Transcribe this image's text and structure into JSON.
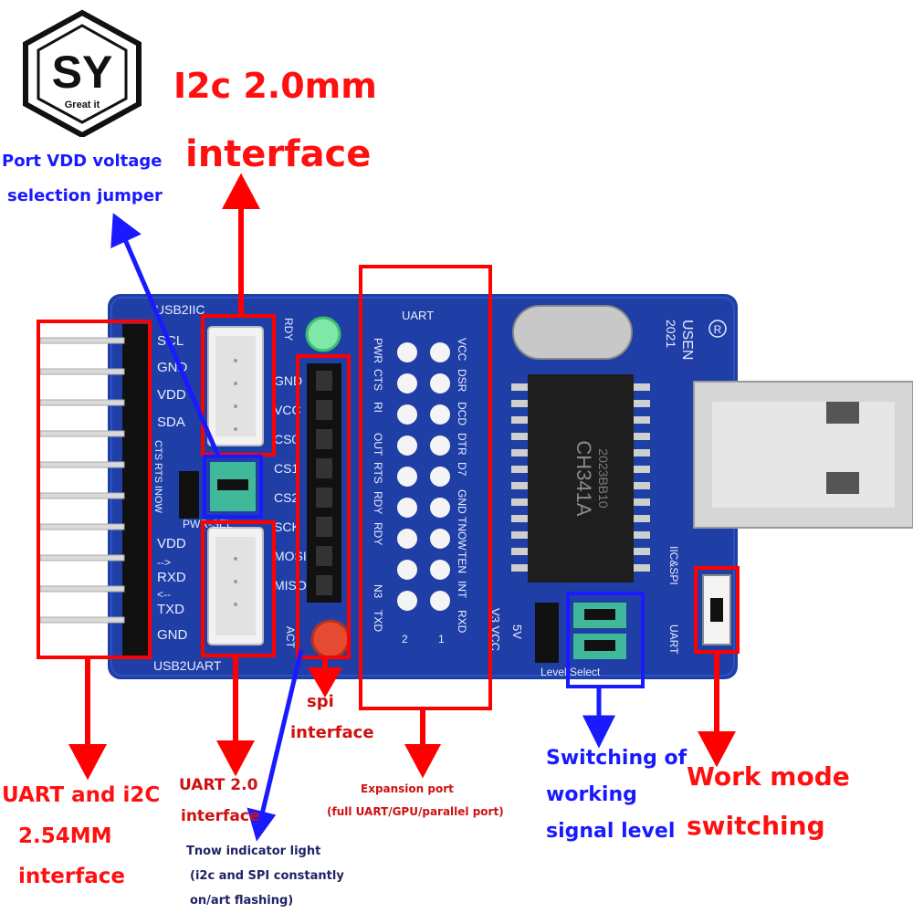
{
  "logo": {
    "letters": "SY",
    "tagline": "Great it"
  },
  "board": {
    "chip_label": "CH341A",
    "chip_code": "2023BB10",
    "brand": "USEN",
    "year": "2021",
    "reg_mark": "R",
    "header_top": "USB2IIC",
    "header_bottom": "USB2UART",
    "left_pins": [
      "SCL",
      "GND",
      "VDD",
      "SDA",
      "VDD",
      "RXD",
      "TXD",
      "GND"
    ],
    "left_arrows": [
      "-->",
      "<--"
    ],
    "pwr_sel": "PWR-SEL",
    "cts_text": "CTS RTS INOW",
    "rdy": "RDY",
    "act": "ACT",
    "spi_pins": [
      "GND",
      "VCC",
      "CS0",
      "CS1",
      "CS2",
      "SCK",
      "MOSI",
      "MISO"
    ],
    "uart_box_title": "UART",
    "exp_left": [
      "PWR",
      "CTS",
      "RI",
      "OUT",
      "RTS",
      "RDY",
      "RDY",
      "N3",
      "TXD"
    ],
    "exp_right": [
      "VCC",
      "DSR",
      "DCD",
      "DTR",
      "D7",
      "GND",
      "TNOW",
      "TEN",
      "INT",
      "RXD"
    ],
    "exp_nums": [
      "2",
      "1"
    ],
    "v3_vcc": "V3 VCC",
    "five_v": "5V",
    "level_select": "Level Select",
    "i2c_spi": "IIC&SPI",
    "uart_mode": "UART"
  },
  "labels": {
    "i2c_title_1": "I2c 2.0mm",
    "i2c_title_2": "interface",
    "vdd_1": "Port VDD voltage",
    "vdd_2": "selection jumper",
    "spi_1": "spi",
    "spi_2": "interface",
    "uart_i2c_1": "UART and i2C",
    "uart_i2c_2": "2.54MM",
    "uart_i2c_3": "interface",
    "uart20_1": "UART 2.0",
    "uart20_2": "interface",
    "tnow_1": "Tnow indicator light",
    "tnow_2": "(i2c and SPI constantly",
    "tnow_3": "on/art flashing)",
    "exp_1": "Expansion port",
    "exp_2": "(full UART/GPU/parallel port)",
    "sw_1": "Switching of",
    "sw_2": "working",
    "sw_3": "signal level",
    "work_1": "Work mode",
    "work_2": "switching"
  },
  "colors": {
    "board": "#1f3fa6",
    "board_dark": "#172f86",
    "silk": "#e8ecff",
    "highlight_red": "#ff0000",
    "highlight_blue": "#1a1aff",
    "chip": "#1e1e1e",
    "usb_metal": "#d8d8d8",
    "jumper": "#3fb99a"
  },
  "icons": [
    "sy-logo-icon",
    "arrow-up-icon",
    "arrow-down-icon",
    "led-green-icon",
    "led-red-icon"
  ]
}
